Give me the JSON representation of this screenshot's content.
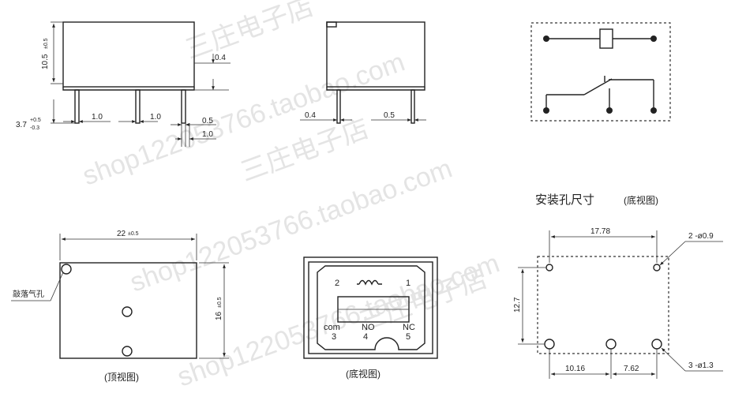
{
  "watermarks": {
    "line1": "shop122053766.taobao.com",
    "line2": "shop122053766.taobao.com",
    "line3": "shop122053766.taobao.com",
    "cn1": "三庄电子店",
    "cn2": "三庄电子店",
    "cn3": "三庄电子店"
  },
  "side_view": {
    "height": "10.5",
    "height_tol": "±0.5",
    "pin_len": "3.7",
    "pin_tol_plus": "+0.5",
    "pin_tol_minus": "-0.3",
    "pitch_a": "1.0",
    "pitch_b": "1.0",
    "pin_width": "0.5",
    "pin_width2": "1.0",
    "thickness": "0.4"
  },
  "end_view": {
    "thickness": "0.4",
    "pin_width": "0.5"
  },
  "top_view": {
    "width": "22",
    "width_tol": "±0.5",
    "height": "16",
    "height_tol": "±0.5",
    "vent_label": "敲落气孔",
    "caption": "(顶视图)"
  },
  "bottom_view": {
    "pin1": "1",
    "pin2": "2",
    "com": "com",
    "no": "NO",
    "nc": "NC",
    "pin3": "3",
    "pin4": "4",
    "pin5": "5",
    "caption": "(底视图)"
  },
  "hole_layout": {
    "title": "安装孔尺寸",
    "title_sub": "(底视图)",
    "top_span": "17.78",
    "small_holes": "2 -ø0.9",
    "height": "12.7",
    "span_left": "10.16",
    "span_right": "7.62",
    "big_holes": "3 -ø1.3"
  }
}
